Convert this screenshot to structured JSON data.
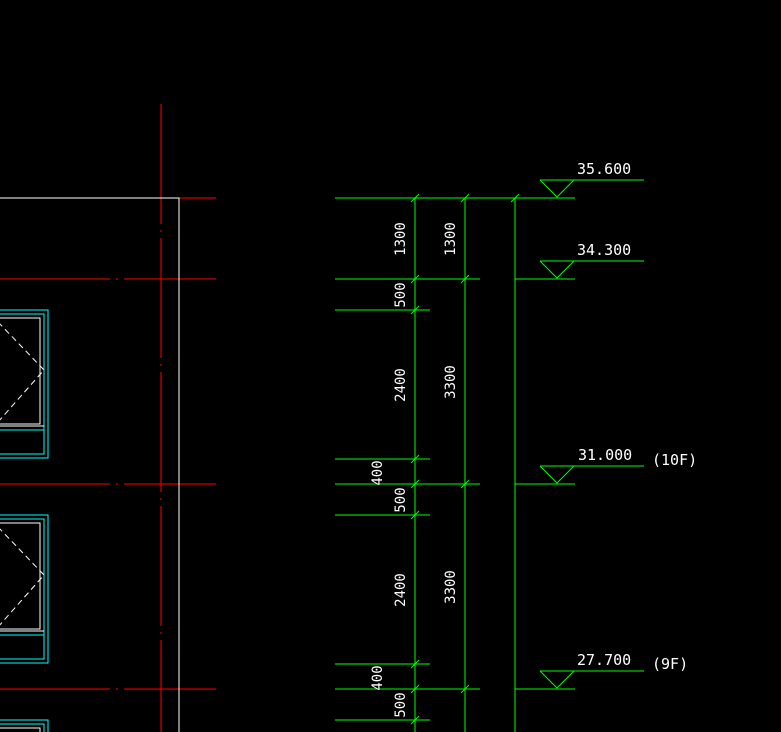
{
  "colors": {
    "background": "#000000",
    "axis_red": "#ff0000",
    "outline_white": "#ffffff",
    "window_cyan": "#00ffff",
    "dimension_green": "#00ff00",
    "text": "#ffffff"
  },
  "levels": [
    {
      "id": "lvl-35600",
      "value": "35.600",
      "floor": ""
    },
    {
      "id": "lvl-34300",
      "value": "34.300",
      "floor": ""
    },
    {
      "id": "lvl-31000",
      "value": "31.000",
      "floor": "(10F)"
    },
    {
      "id": "lvl-27700",
      "value": "27.700",
      "floor": "(9F)"
    }
  ],
  "dimensions": {
    "inner_column": [
      "1300",
      "500",
      "2400",
      "400",
      "500",
      "2400",
      "400",
      "500"
    ],
    "outer_column": [
      "1300",
      "3300",
      "3300"
    ]
  }
}
